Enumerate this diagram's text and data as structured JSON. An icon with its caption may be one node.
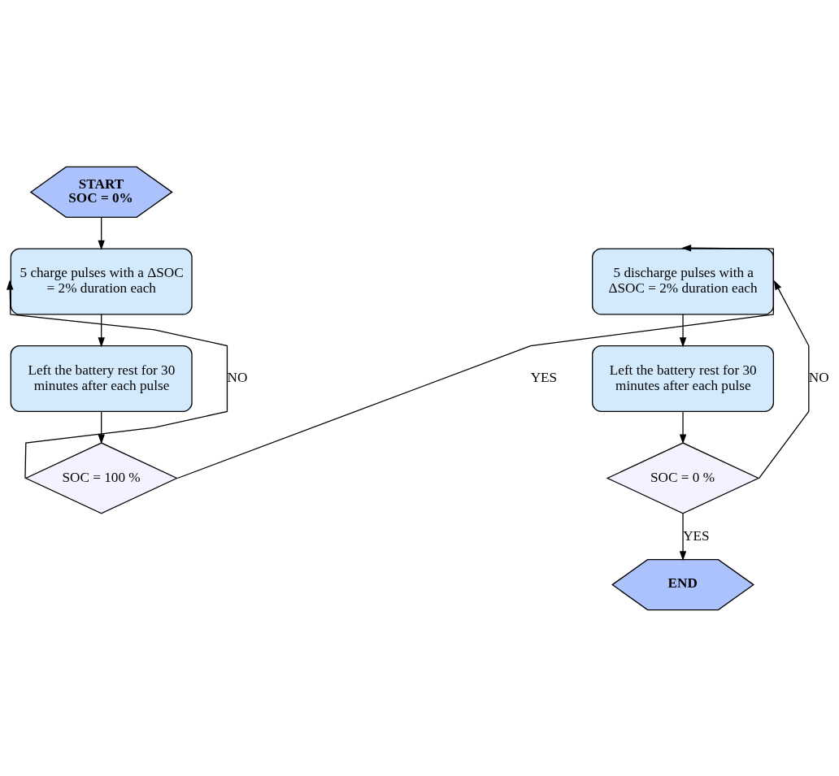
{
  "diagram": {
    "nodes": [
      {
        "text": [
          "START",
          "SOC = 0%"
        ]
      },
      {
        "text": [
          "5 charge pulses with a ΔSOC = 2% duration each"
        ]
      },
      {
        "text": [
          "Left the battery rest for 30 minutes after each pulse"
        ]
      },
      {
        "text": [
          "SOC = 100 %"
        ]
      },
      {
        "text": [
          "5 discharge pulses with a ΔSOC = 2% duration each"
        ]
      },
      {
        "text": [
          "Left the battery rest for 30 minutes after each pulse"
        ]
      },
      {
        "text": [
          "SOC = 0 %"
        ]
      },
      {
        "text": [
          "END"
        ]
      }
    ],
    "edges": [
      {
        "from": 0,
        "to": 1,
        "arrow": "to"
      },
      {
        "from": 1,
        "to": 2,
        "arrow": "to"
      },
      {
        "from": 2,
        "to": 3,
        "arrow": "to"
      },
      {
        "from": 3,
        "to": 1,
        "arrow": "to",
        "label": "NO"
      },
      {
        "from": 3,
        "to": 4,
        "arrow": "to",
        "label": "YES"
      },
      {
        "from": 4,
        "to": 5,
        "arrow": "to"
      },
      {
        "from": 5,
        "to": 6,
        "arrow": "to"
      },
      {
        "from": 6,
        "to": 4,
        "arrow": "to",
        "label": "NO"
      },
      {
        "from": 6,
        "to": 7,
        "arrow": "to",
        "label": "YES"
      }
    ]
  }
}
